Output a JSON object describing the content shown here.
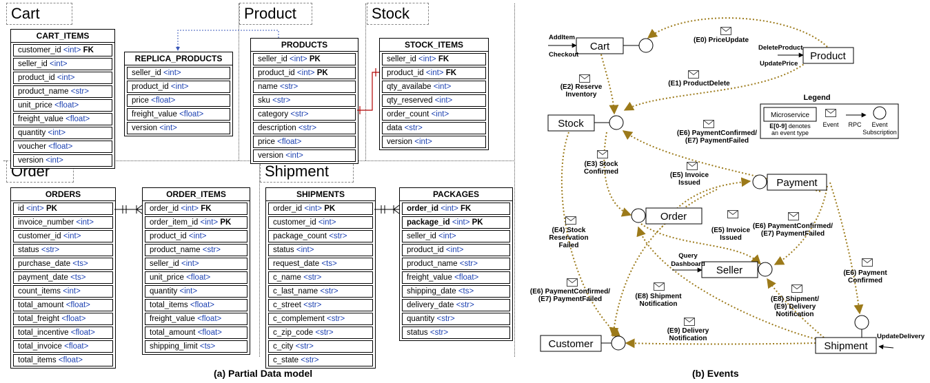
{
  "sections": {
    "cart": "Cart",
    "product": "Product",
    "stock": "Stock",
    "order": "Order",
    "shipment": "Shipment"
  },
  "tables": {
    "cart_items": {
      "title": "CART_ITEMS",
      "rows": [
        {
          "name": "customer_id",
          "type": "<int>",
          "key": "FK"
        },
        {
          "name": "seller_id",
          "type": "<int>",
          "key": ""
        },
        {
          "name": "product_id",
          "type": "<int>",
          "key": ""
        },
        {
          "name": "product_name",
          "type": "<str>",
          "key": ""
        },
        {
          "name": "unit_price",
          "type": "<float>",
          "key": ""
        },
        {
          "name": "freight_value",
          "type": "<float>",
          "key": ""
        },
        {
          "name": "quantity",
          "type": "<int>",
          "key": ""
        },
        {
          "name": "voucher",
          "type": "<float>",
          "key": ""
        },
        {
          "name": "version",
          "type": "<int>",
          "key": ""
        }
      ]
    },
    "replica_products": {
      "title": "REPLICA_PRODUCTS",
      "rows": [
        {
          "name": "seller_id",
          "type": "<int>",
          "key": ""
        },
        {
          "name": "product_id",
          "type": "<int>",
          "key": ""
        },
        {
          "name": "price",
          "type": "<float>",
          "key": ""
        },
        {
          "name": "freight_value",
          "type": "<float>",
          "key": ""
        },
        {
          "name": "version",
          "type": "<int>",
          "key": ""
        }
      ]
    },
    "products": {
      "title": "PRODUCTS",
      "rows": [
        {
          "name": "seller_id",
          "type": "<int>",
          "key": "PK"
        },
        {
          "name": "product_id",
          "type": "<int>",
          "key": "PK"
        },
        {
          "name": "name",
          "type": "<str>",
          "key": ""
        },
        {
          "name": "sku",
          "type": "<str>",
          "key": ""
        },
        {
          "name": "category",
          "type": "<str>",
          "key": ""
        },
        {
          "name": "description",
          "type": "<str>",
          "key": ""
        },
        {
          "name": "price",
          "type": "<float>",
          "key": ""
        },
        {
          "name": "version",
          "type": "<int>",
          "key": ""
        }
      ]
    },
    "stock_items": {
      "title": "STOCK_ITEMS",
      "rows": [
        {
          "name": "seller_id",
          "type": "<int>",
          "key": "FK"
        },
        {
          "name": "product_id",
          "type": "<int>",
          "key": "FK"
        },
        {
          "name": "qty_availabe",
          "type": "<int>",
          "key": ""
        },
        {
          "name": "qty_reserved",
          "type": "<int>",
          "key": ""
        },
        {
          "name": "order_count",
          "type": "<int>",
          "key": ""
        },
        {
          "name": "data",
          "type": "<str>",
          "key": ""
        },
        {
          "name": "version",
          "type": "<int>",
          "key": ""
        }
      ]
    },
    "orders": {
      "title": "ORDERS",
      "rows": [
        {
          "name": "id",
          "type": "<int>",
          "key": "PK"
        },
        {
          "name": "invoice_number",
          "type": "<int>",
          "key": ""
        },
        {
          "name": "customer_id",
          "type": "<int>",
          "key": ""
        },
        {
          "name": "status",
          "type": "<str>",
          "key": ""
        },
        {
          "name": "purchase_date",
          "type": "<ts>",
          "key": ""
        },
        {
          "name": "payment_date",
          "type": "<ts>",
          "key": ""
        },
        {
          "name": "count_items",
          "type": "<int>",
          "key": ""
        },
        {
          "name": "total_amount",
          "type": "<float>",
          "key": ""
        },
        {
          "name": "total_freight",
          "type": "<float>",
          "key": ""
        },
        {
          "name": "total_incentive",
          "type": "<float>",
          "key": ""
        },
        {
          "name": "total_invoice",
          "type": "<float>",
          "key": ""
        },
        {
          "name": "total_items",
          "type": "<float>",
          "key": ""
        }
      ]
    },
    "order_items": {
      "title": "ORDER_ITEMS",
      "rows": [
        {
          "name": "order_id",
          "type": "<int>",
          "key": "FK"
        },
        {
          "name": "order_item_id",
          "type": "<int>",
          "key": "PK"
        },
        {
          "name": "product_id",
          "type": "<int>",
          "key": ""
        },
        {
          "name": "product_name",
          "type": "<str>",
          "key": ""
        },
        {
          "name": "seller_id",
          "type": "<int>",
          "key": ""
        },
        {
          "name": "unit_price",
          "type": "<float>",
          "key": ""
        },
        {
          "name": "quantity",
          "type": "<int>",
          "key": ""
        },
        {
          "name": "total_items",
          "type": "<float>",
          "key": ""
        },
        {
          "name": "freight_value",
          "type": "<float>",
          "key": ""
        },
        {
          "name": "total_amount",
          "type": "<float>",
          "key": ""
        },
        {
          "name": "shipping_limit",
          "type": "<ts>",
          "key": ""
        }
      ]
    },
    "shipments": {
      "title": "SHIPMENTS",
      "rows": [
        {
          "name": "order_id",
          "type": "<int>",
          "key": "PK"
        },
        {
          "name": "customer_id",
          "type": "<int>",
          "key": ""
        },
        {
          "name": "package_count",
          "type": "<str>",
          "key": ""
        },
        {
          "name": "status",
          "type": "<int>",
          "key": ""
        },
        {
          "name": "request_date",
          "type": "<ts>",
          "key": ""
        },
        {
          "name": "c_name",
          "type": "<str>",
          "key": ""
        },
        {
          "name": "c_last_name",
          "type": "<str>",
          "key": ""
        },
        {
          "name": "c_street",
          "type": "<str>",
          "key": ""
        },
        {
          "name": "c_complement",
          "type": "<str>",
          "key": ""
        },
        {
          "name": "c_zip_code",
          "type": "<str>",
          "key": ""
        },
        {
          "name": "c_city",
          "type": "<str>",
          "key": ""
        },
        {
          "name": "c_state",
          "type": "<str>",
          "key": ""
        }
      ]
    },
    "packages": {
      "title": "PACKAGES",
      "rows": [
        {
          "name": "order_id",
          "type": "<int>",
          "key": "FK",
          "bold": true
        },
        {
          "name": "package_id",
          "type": "<int>",
          "key": "PK",
          "bold": true
        },
        {
          "name": "seller_id",
          "type": "<int>",
          "key": ""
        },
        {
          "name": "product_id",
          "type": "<int>",
          "key": ""
        },
        {
          "name": "product_name",
          "type": "<str>",
          "key": ""
        },
        {
          "name": "freight_value",
          "type": "<float>",
          "key": ""
        },
        {
          "name": "shipping_date",
          "type": "<ts>",
          "key": ""
        },
        {
          "name": "delivery_date",
          "type": "<str>",
          "key": ""
        },
        {
          "name": "quantity",
          "type": "<str>",
          "key": ""
        },
        {
          "name": "status",
          "type": "<str>",
          "key": ""
        }
      ]
    }
  },
  "events": {
    "services": {
      "cart": "Cart",
      "product": "Product",
      "stock": "Stock",
      "payment": "Payment",
      "order": "Order",
      "seller": "Seller",
      "customer": "Customer",
      "shipment": "Shipment"
    },
    "rpc": {
      "additem": "AddItem",
      "checkout": "Checkout",
      "deleteproduct": "DeleteProduct",
      "updateprice": "UpdatePrice",
      "query": "Query",
      "dashboard": "Dashboard",
      "updatedelivery": "UpdateDelivery"
    },
    "labels": {
      "e0": [
        "(E0) PriceUpdate"
      ],
      "e1": [
        "(E1) ProductDelete"
      ],
      "e2": [
        "(E2) Reserve",
        "Inventory"
      ],
      "e67a": [
        "(E6) PaymentConfirmed/",
        "(E7) PaymentFailed"
      ],
      "e3": [
        "(E3) Stock",
        "Confirmed"
      ],
      "e5a": [
        "(E5) Invoice",
        "Issued"
      ],
      "e4": [
        "(E4) Stock",
        "Reservation",
        "Failed"
      ],
      "e5b": [
        "(E5) Invoice",
        "Issued"
      ],
      "e67b": [
        "(E6) PaymentConfirmed/",
        "(E7) PaymentFailed"
      ],
      "e6": [
        "(E6) Payment",
        "Confirmed"
      ],
      "e67c": [
        "(E6) PaymentConfirmed/",
        "(E7) PaymentFailed"
      ],
      "e8a": [
        "(E8) Shipment",
        "Notification"
      ],
      "e89": [
        "(E8) Shipment/",
        "(E9) Delivery",
        "Notification"
      ],
      "e9": [
        "(E9) Delivery",
        "Notification"
      ]
    },
    "legend": {
      "title": "Legend",
      "microservice": "Microservice",
      "event": "Event",
      "rpc": "RPC",
      "subscription": [
        "Event",
        "Subscription"
      ],
      "note_bold": "E[0-9]",
      "note_rest": " denotes",
      "note_line2": "an event type"
    }
  },
  "captions": {
    "a": "(a) Partial Data model",
    "b": "(b) Events"
  },
  "colors": {
    "arrow": "#9c7a1a",
    "type": "#1a3fb0",
    "fk_line": "#b00000"
  }
}
